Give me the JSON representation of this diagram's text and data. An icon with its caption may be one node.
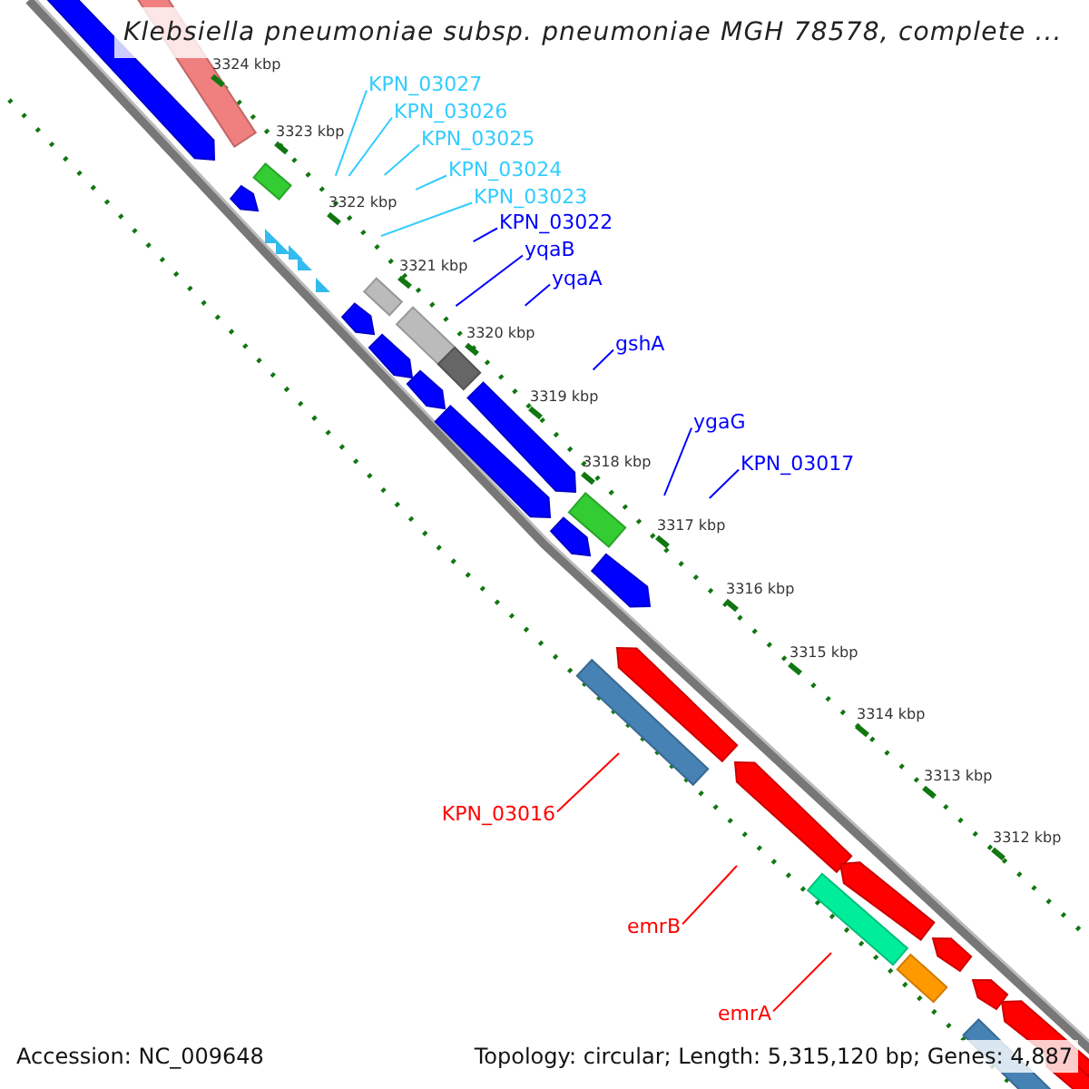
{
  "diagram": {
    "title": "Klebsiella pneumoniae subsp. pneumoniae MGH 78578, complete ...",
    "nodes": [
      {
        "text": [
          "KPN_03027"
        ]
      },
      {
        "text": [
          "KPN_03026"
        ]
      },
      {
        "text": [
          "KPN_03025"
        ]
      },
      {
        "text": [
          "KPN_03024"
        ]
      },
      {
        "text": [
          "KPN_03023"
        ]
      },
      {
        "text": [
          "KPN_03022"
        ]
      },
      {
        "text": [
          "yqaB"
        ]
      },
      {
        "text": [
          "yqaA"
        ]
      },
      {
        "text": [
          "gshA"
        ]
      },
      {
        "text": [
          "ygaG"
        ]
      },
      {
        "text": [
          "KPN_03017"
        ]
      },
      {
        "text": [
          "KPN_03016"
        ]
      },
      {
        "text": [
          "emrB"
        ]
      },
      {
        "text": [
          "emrA"
        ]
      }
    ],
    "edges": [
      {
        "from": 0,
        "to": null,
        "arrow": "none",
        "color": "#33ccff"
      },
      {
        "from": 1,
        "to": null,
        "arrow": "none",
        "color": "#33ccff"
      },
      {
        "from": 2,
        "to": null,
        "arrow": "none",
        "color": "#33ccff"
      },
      {
        "from": 3,
        "to": null,
        "arrow": "none",
        "color": "#33ccff"
      },
      {
        "from": 4,
        "to": null,
        "arrow": "none",
        "color": "#33ccff"
      },
      {
        "from": 5,
        "to": null,
        "arrow": "none"
      },
      {
        "from": 6,
        "to": null,
        "arrow": "none"
      },
      {
        "from": 7,
        "to": null,
        "arrow": "none"
      },
      {
        "from": 8,
        "to": null,
        "arrow": "none"
      },
      {
        "from": 9,
        "to": null,
        "arrow": "none"
      },
      {
        "from": 10,
        "to": null,
        "arrow": "none"
      },
      {
        "from": 11,
        "to": null,
        "arrow": "none",
        "color": "#ff0000"
      },
      {
        "from": 12,
        "to": null,
        "arrow": "none",
        "color": "#ff0000"
      },
      {
        "from": 13,
        "to": null,
        "arrow": "none",
        "color": "#ff0000"
      }
    ],
    "labels": [
      "3324 kbp",
      "3323 kbp",
      "3322 kbp",
      "3321 kbp",
      "3320 kbp",
      "3319 kbp",
      "3318 kbp",
      "3317 kbp",
      "3316 kbp",
      "3315 kbp",
      "3314 kbp",
      "3313 kbp",
      "3312 kbp",
      "Accession: NC_009648",
      "Topology: circular; Length: 5,315,120 bp; Genes: 4,887"
    ]
  }
}
